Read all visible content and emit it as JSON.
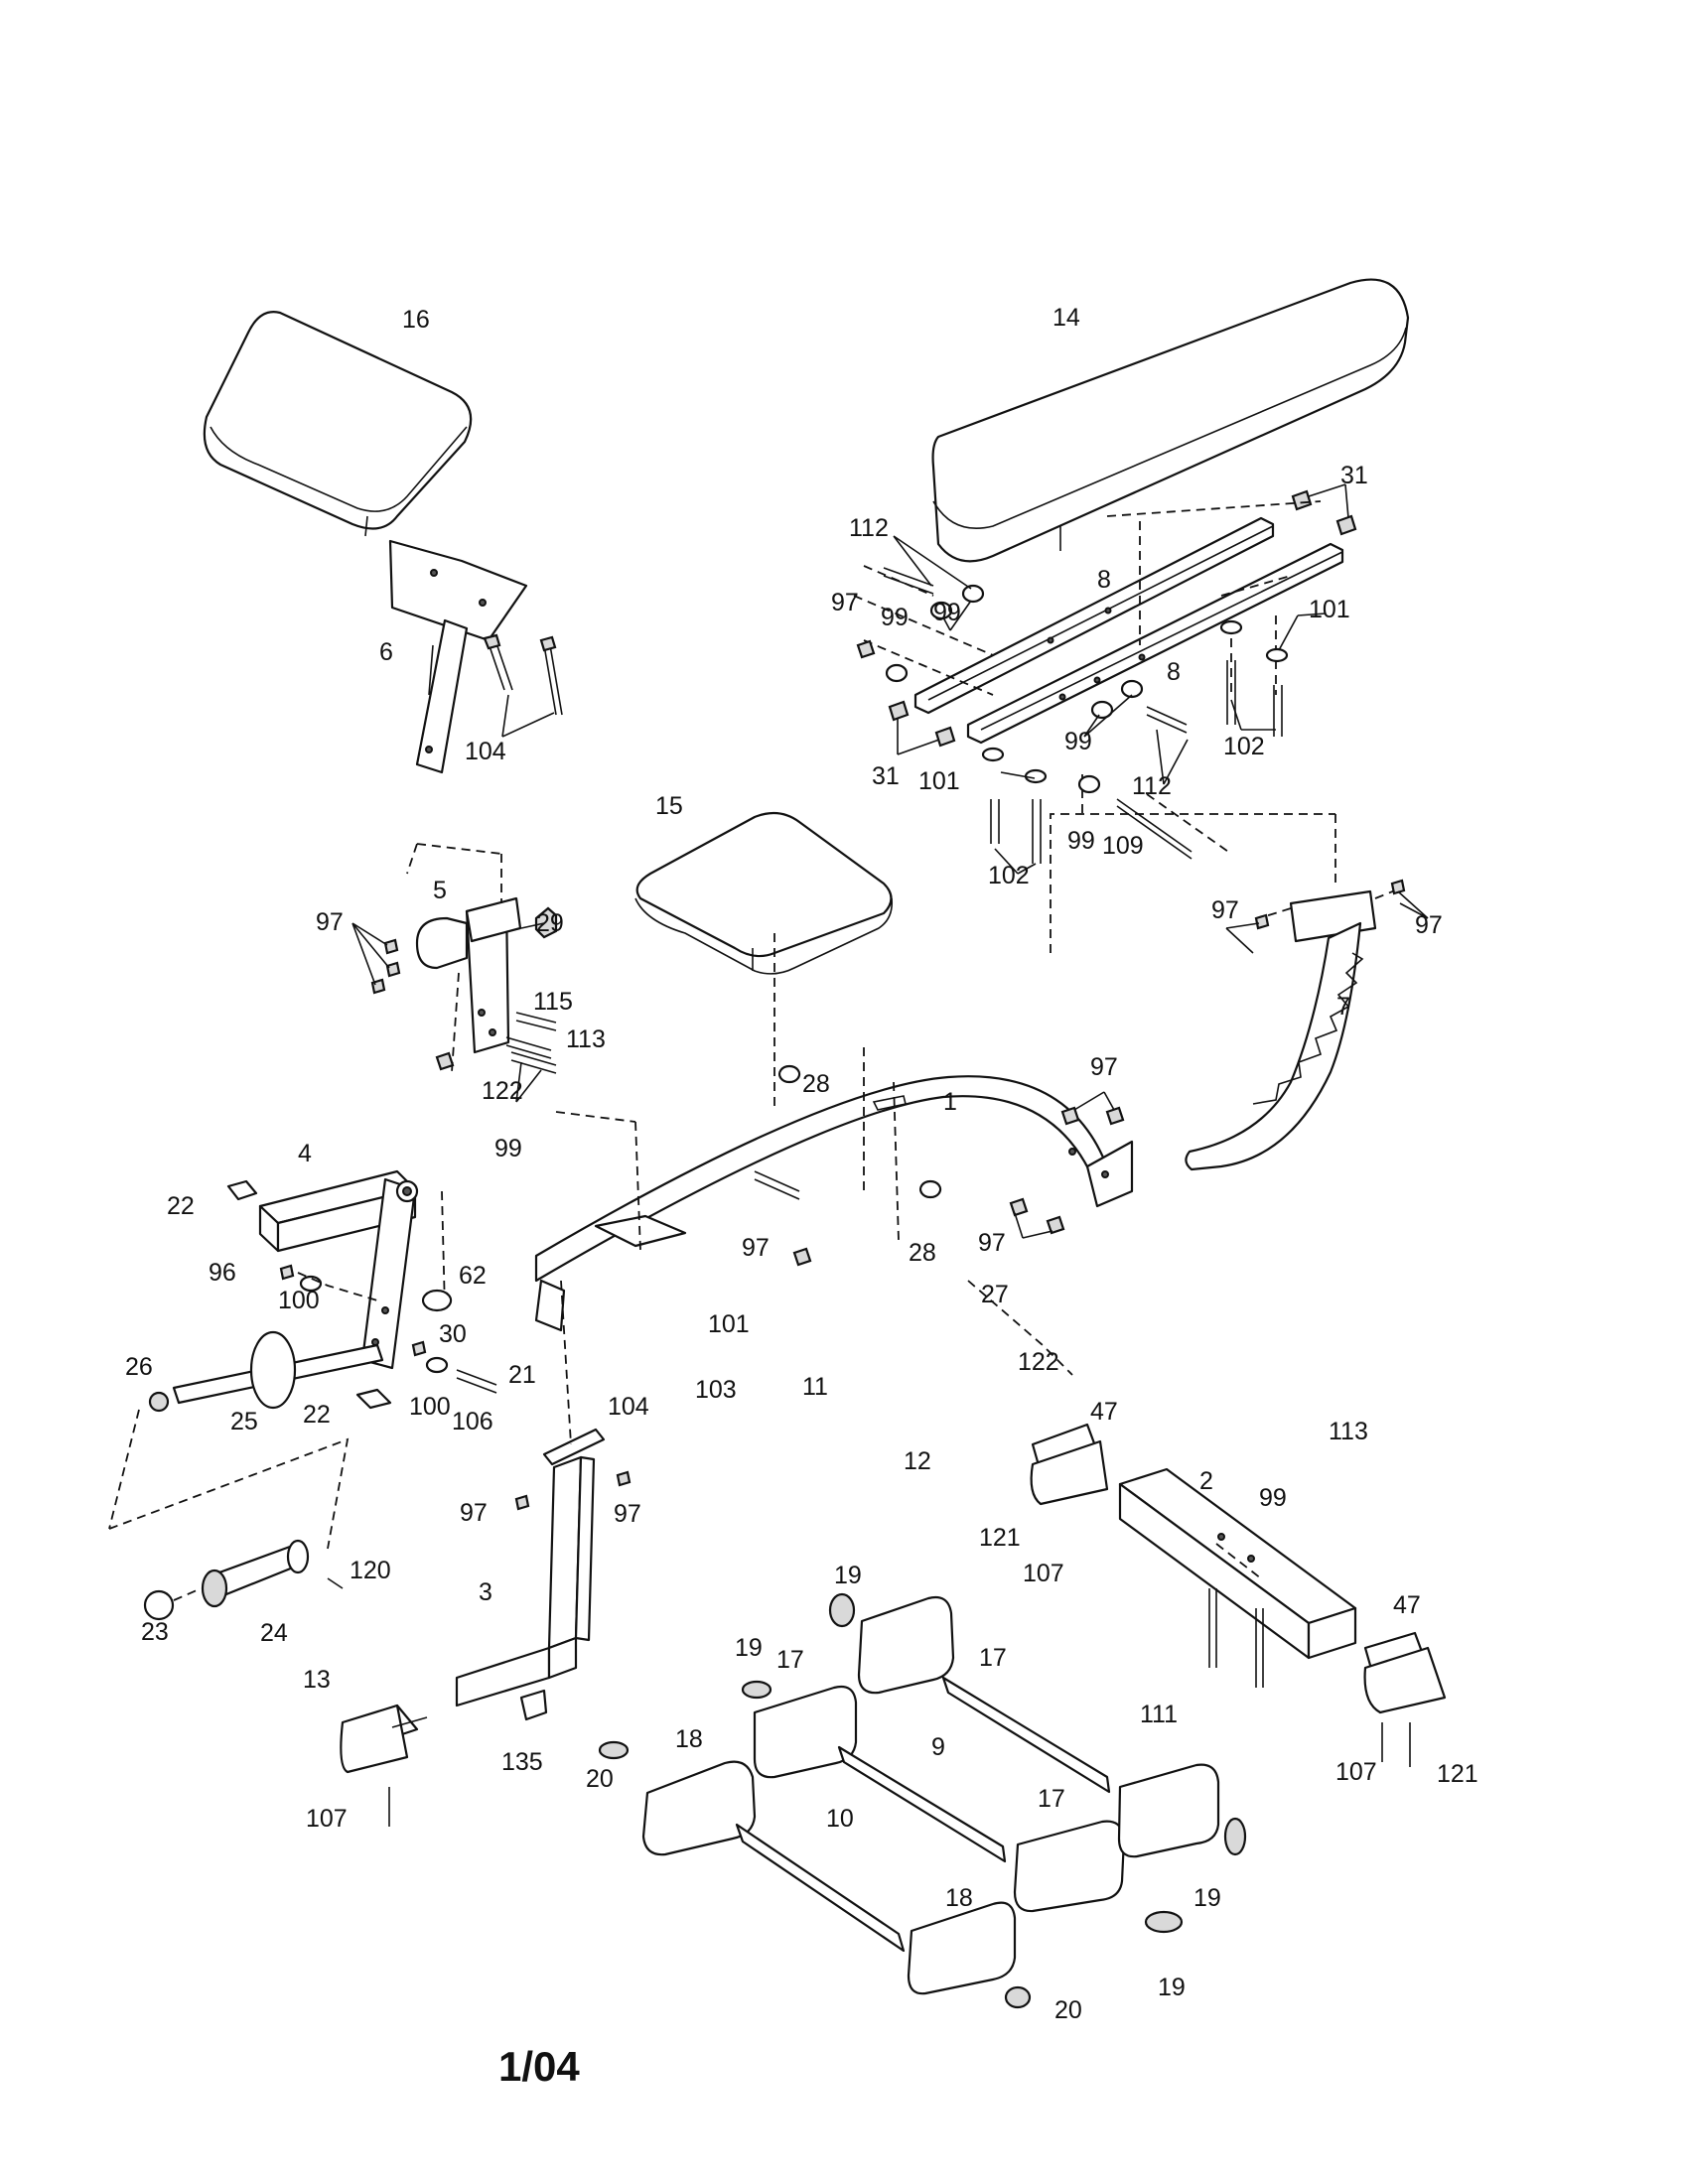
{
  "diagram": {
    "footer_code": "1/04",
    "callouts": [
      {
        "id": "c1",
        "text": "1"
      },
      {
        "id": "c2",
        "text": "2"
      },
      {
        "id": "c3",
        "text": "3"
      },
      {
        "id": "c4",
        "text": "4"
      },
      {
        "id": "c5",
        "text": "5"
      },
      {
        "id": "c6",
        "text": "6"
      },
      {
        "id": "c7",
        "text": "7"
      },
      {
        "id": "c8a",
        "text": "8"
      },
      {
        "id": "c8b",
        "text": "8"
      },
      {
        "id": "c9",
        "text": "9"
      },
      {
        "id": "c10",
        "text": "10"
      },
      {
        "id": "c11",
        "text": "11"
      },
      {
        "id": "c12",
        "text": "12"
      },
      {
        "id": "c13",
        "text": "13"
      },
      {
        "id": "c14",
        "text": "14"
      },
      {
        "id": "c15",
        "text": "15"
      },
      {
        "id": "c16",
        "text": "16"
      },
      {
        "id": "c17a",
        "text": "17"
      },
      {
        "id": "c17b",
        "text": "17"
      },
      {
        "id": "c17c",
        "text": "17"
      },
      {
        "id": "c18a",
        "text": "18"
      },
      {
        "id": "c18b",
        "text": "18"
      },
      {
        "id": "c19a",
        "text": "19"
      },
      {
        "id": "c19b",
        "text": "19"
      },
      {
        "id": "c19c",
        "text": "19"
      },
      {
        "id": "c19d",
        "text": "19"
      },
      {
        "id": "c20a",
        "text": "20"
      },
      {
        "id": "c20b",
        "text": "20"
      },
      {
        "id": "c21",
        "text": "21"
      },
      {
        "id": "c22a",
        "text": "22"
      },
      {
        "id": "c22b",
        "text": "22"
      },
      {
        "id": "c23",
        "text": "23"
      },
      {
        "id": "c24",
        "text": "24"
      },
      {
        "id": "c25",
        "text": "25"
      },
      {
        "id": "c26",
        "text": "26"
      },
      {
        "id": "c27",
        "text": "27"
      },
      {
        "id": "c28a",
        "text": "28"
      },
      {
        "id": "c28b",
        "text": "28"
      },
      {
        "id": "c29",
        "text": "29"
      },
      {
        "id": "c30",
        "text": "30"
      },
      {
        "id": "c31a",
        "text": "31"
      },
      {
        "id": "c31b",
        "text": "31"
      },
      {
        "id": "c47a",
        "text": "47"
      },
      {
        "id": "c47b",
        "text": "47"
      },
      {
        "id": "c62",
        "text": "62"
      },
      {
        "id": "c96",
        "text": "96"
      },
      {
        "id": "c97a",
        "text": "97"
      },
      {
        "id": "c97b",
        "text": "97"
      },
      {
        "id": "c97c",
        "text": "97"
      },
      {
        "id": "c97d",
        "text": "97"
      },
      {
        "id": "c97e",
        "text": "97"
      },
      {
        "id": "c97f",
        "text": "97"
      },
      {
        "id": "c97g",
        "text": "97"
      },
      {
        "id": "c97h",
        "text": "97"
      },
      {
        "id": "c97i",
        "text": "97"
      },
      {
        "id": "c99a",
        "text": "99"
      },
      {
        "id": "c99b",
        "text": "99"
      },
      {
        "id": "c99c",
        "text": "99"
      },
      {
        "id": "c99d",
        "text": "99"
      },
      {
        "id": "c99e",
        "text": "99"
      },
      {
        "id": "c99f",
        "text": "99"
      },
      {
        "id": "c100a",
        "text": "100"
      },
      {
        "id": "c100b",
        "text": "100"
      },
      {
        "id": "c101a",
        "text": "101"
      },
      {
        "id": "c101b",
        "text": "101"
      },
      {
        "id": "c101c",
        "text": "101"
      },
      {
        "id": "c102a",
        "text": "102"
      },
      {
        "id": "c102b",
        "text": "102"
      },
      {
        "id": "c103",
        "text": "103"
      },
      {
        "id": "c104a",
        "text": "104"
      },
      {
        "id": "c104b",
        "text": "104"
      },
      {
        "id": "c106",
        "text": "106"
      },
      {
        "id": "c107a",
        "text": "107"
      },
      {
        "id": "c107b",
        "text": "107"
      },
      {
        "id": "c107c",
        "text": "107"
      },
      {
        "id": "c109",
        "text": "109"
      },
      {
        "id": "c111",
        "text": "111"
      },
      {
        "id": "c112a",
        "text": "112"
      },
      {
        "id": "c112b",
        "text": "112"
      },
      {
        "id": "c113a",
        "text": "113"
      },
      {
        "id": "c113b",
        "text": "113"
      },
      {
        "id": "c115",
        "text": "115"
      },
      {
        "id": "c120",
        "text": "120"
      },
      {
        "id": "c121a",
        "text": "121"
      },
      {
        "id": "c121b",
        "text": "121"
      },
      {
        "id": "c122a",
        "text": "122"
      },
      {
        "id": "c122b",
        "text": "122"
      },
      {
        "id": "c135",
        "text": "135"
      }
    ]
  }
}
